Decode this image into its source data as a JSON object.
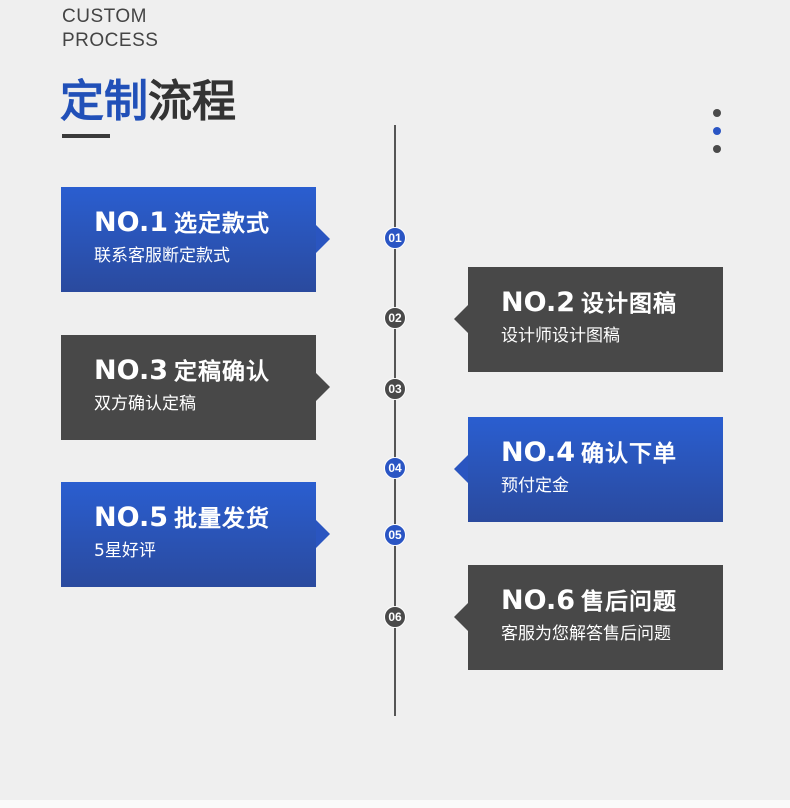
{
  "header": {
    "en_line1": "CUSTOM",
    "en_line2": "PROCESS",
    "cn_blue": "定制",
    "cn_dark": "流程"
  },
  "colors": {
    "accent_blue": "#2a55c4",
    "dark_card": "#484848",
    "background": "#efefef"
  },
  "steps": [
    {
      "node": "01",
      "num": "NO.1",
      "name": "选定款式",
      "desc": "联系客服断定款式"
    },
    {
      "node": "02",
      "num": "NO.2",
      "name": "设计图稿",
      "desc": "设计师设计图稿"
    },
    {
      "node": "03",
      "num": "NO.3",
      "name": "定稿确认",
      "desc": "双方确认定稿"
    },
    {
      "node": "04",
      "num": "NO.4",
      "name": "确认下单",
      "desc": "预付定金"
    },
    {
      "node": "05",
      "num": "NO.5",
      "name": "批量发货",
      "desc": "5星好评"
    },
    {
      "node": "06",
      "num": "NO.6",
      "name": "售后问题",
      "desc": "客服为您解答售后问题"
    }
  ]
}
